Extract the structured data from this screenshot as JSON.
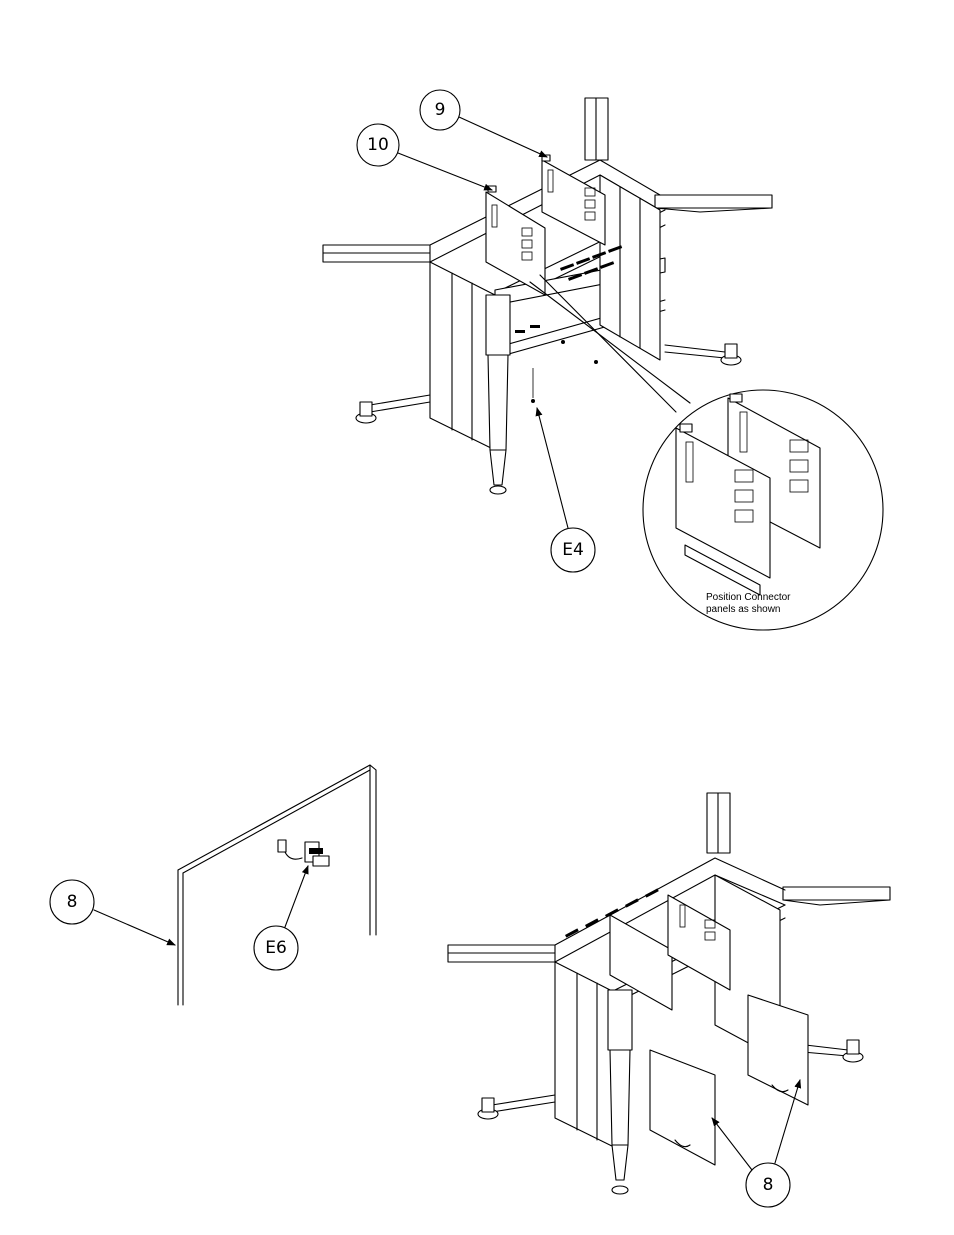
{
  "callouts": {
    "c9": "9",
    "c10": "10",
    "cE4": "E4",
    "c8_left": "8",
    "cE6": "E6",
    "c8_right": "8"
  },
  "detail_note": {
    "line1": "Position Connector",
    "line2": "panels as shown"
  },
  "icons": [
    "callout-balloon",
    "leader-arrow"
  ],
  "colors": {
    "ink": "#000000",
    "paper": "#ffffff"
  }
}
